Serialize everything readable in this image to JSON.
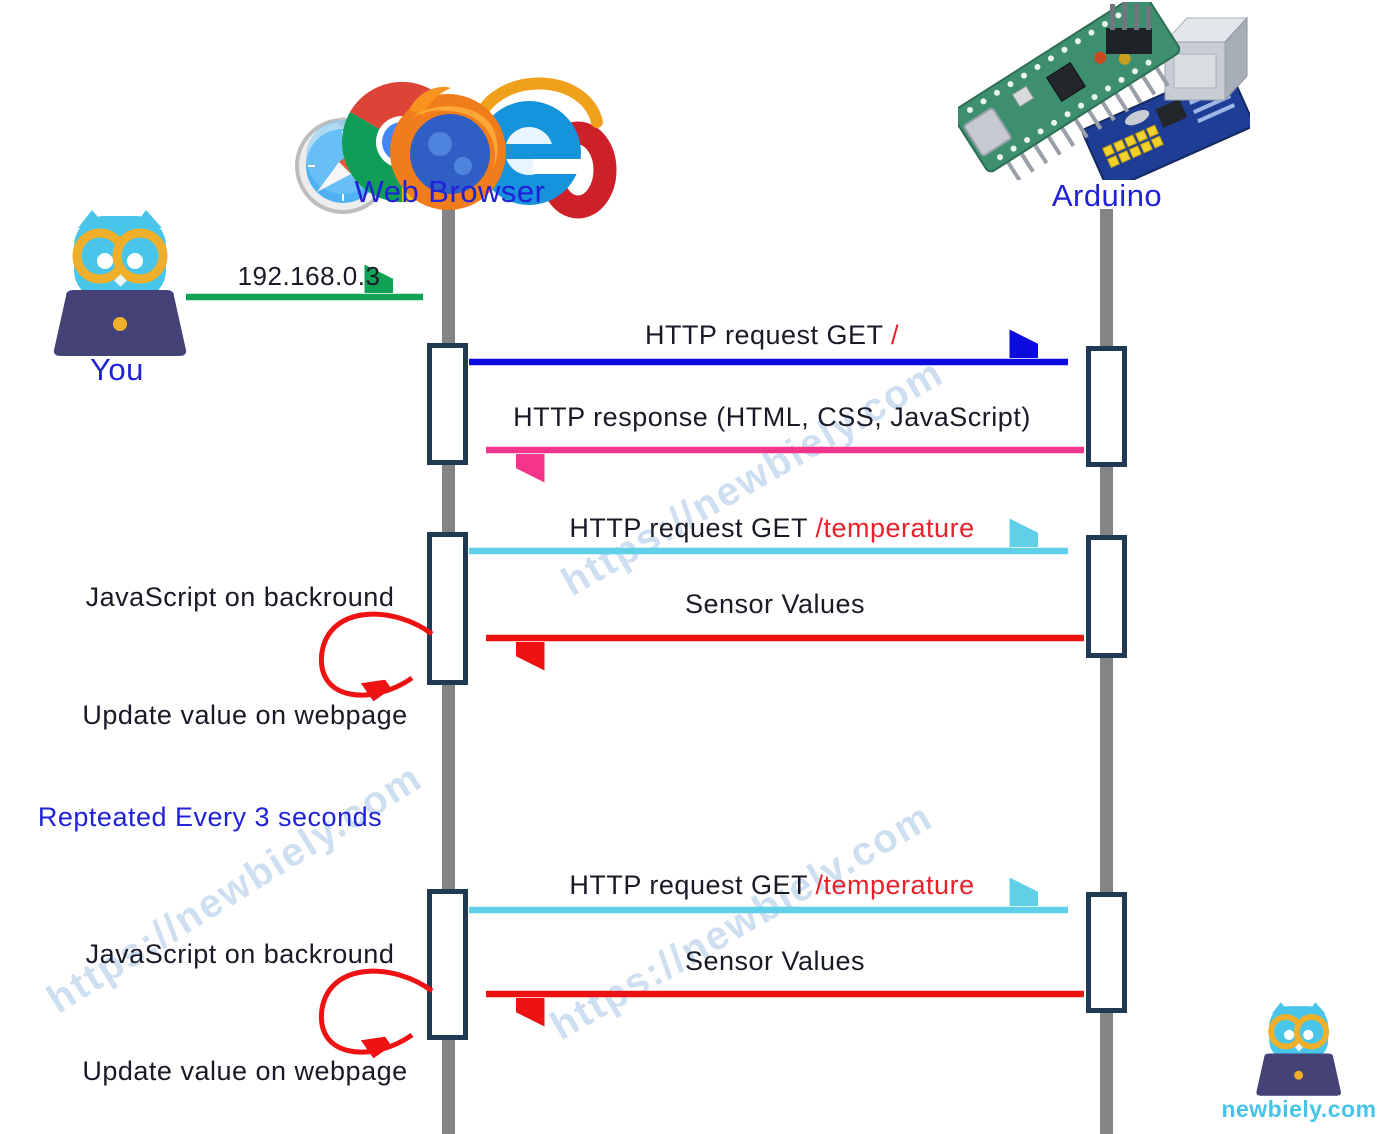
{
  "actors": {
    "browser": {
      "label": "Web Browser"
    },
    "arduino": {
      "label": "Arduino"
    },
    "user": {
      "label": "You"
    }
  },
  "messages": {
    "ip": "192.168.0.3",
    "get_root": {
      "prefix": "HTTP request GET ",
      "path": "/"
    },
    "response": "HTTP response (HTML, CSS, JavaScript)",
    "get_temp": {
      "prefix": "HTTP request GET ",
      "path": "/temperature"
    },
    "sensor_values": "Sensor Values"
  },
  "annotations": {
    "js_background": "JavaScript on backround",
    "update_value": "Update value on webpage",
    "repeated": "Repteated Every 3 seconds"
  },
  "watermark": {
    "text": "https://newbiely.com"
  },
  "brand": {
    "label": "newbiely.com"
  },
  "colors": {
    "actor_label": "#2121D9",
    "message_text": "#1A1A26",
    "path_highlight": "#E8212B",
    "arrow_ip": "#10A355",
    "arrow_request_root": "#0B0BE0",
    "arrow_response": "#F5348C",
    "arrow_request_temp": "#5FD0E8",
    "arrow_sensor": "#EE1212",
    "lifeline": "#848484",
    "activation_border": "#1F3A52",
    "watermark": "#A4C4E3",
    "brand": "#45C3E8"
  }
}
